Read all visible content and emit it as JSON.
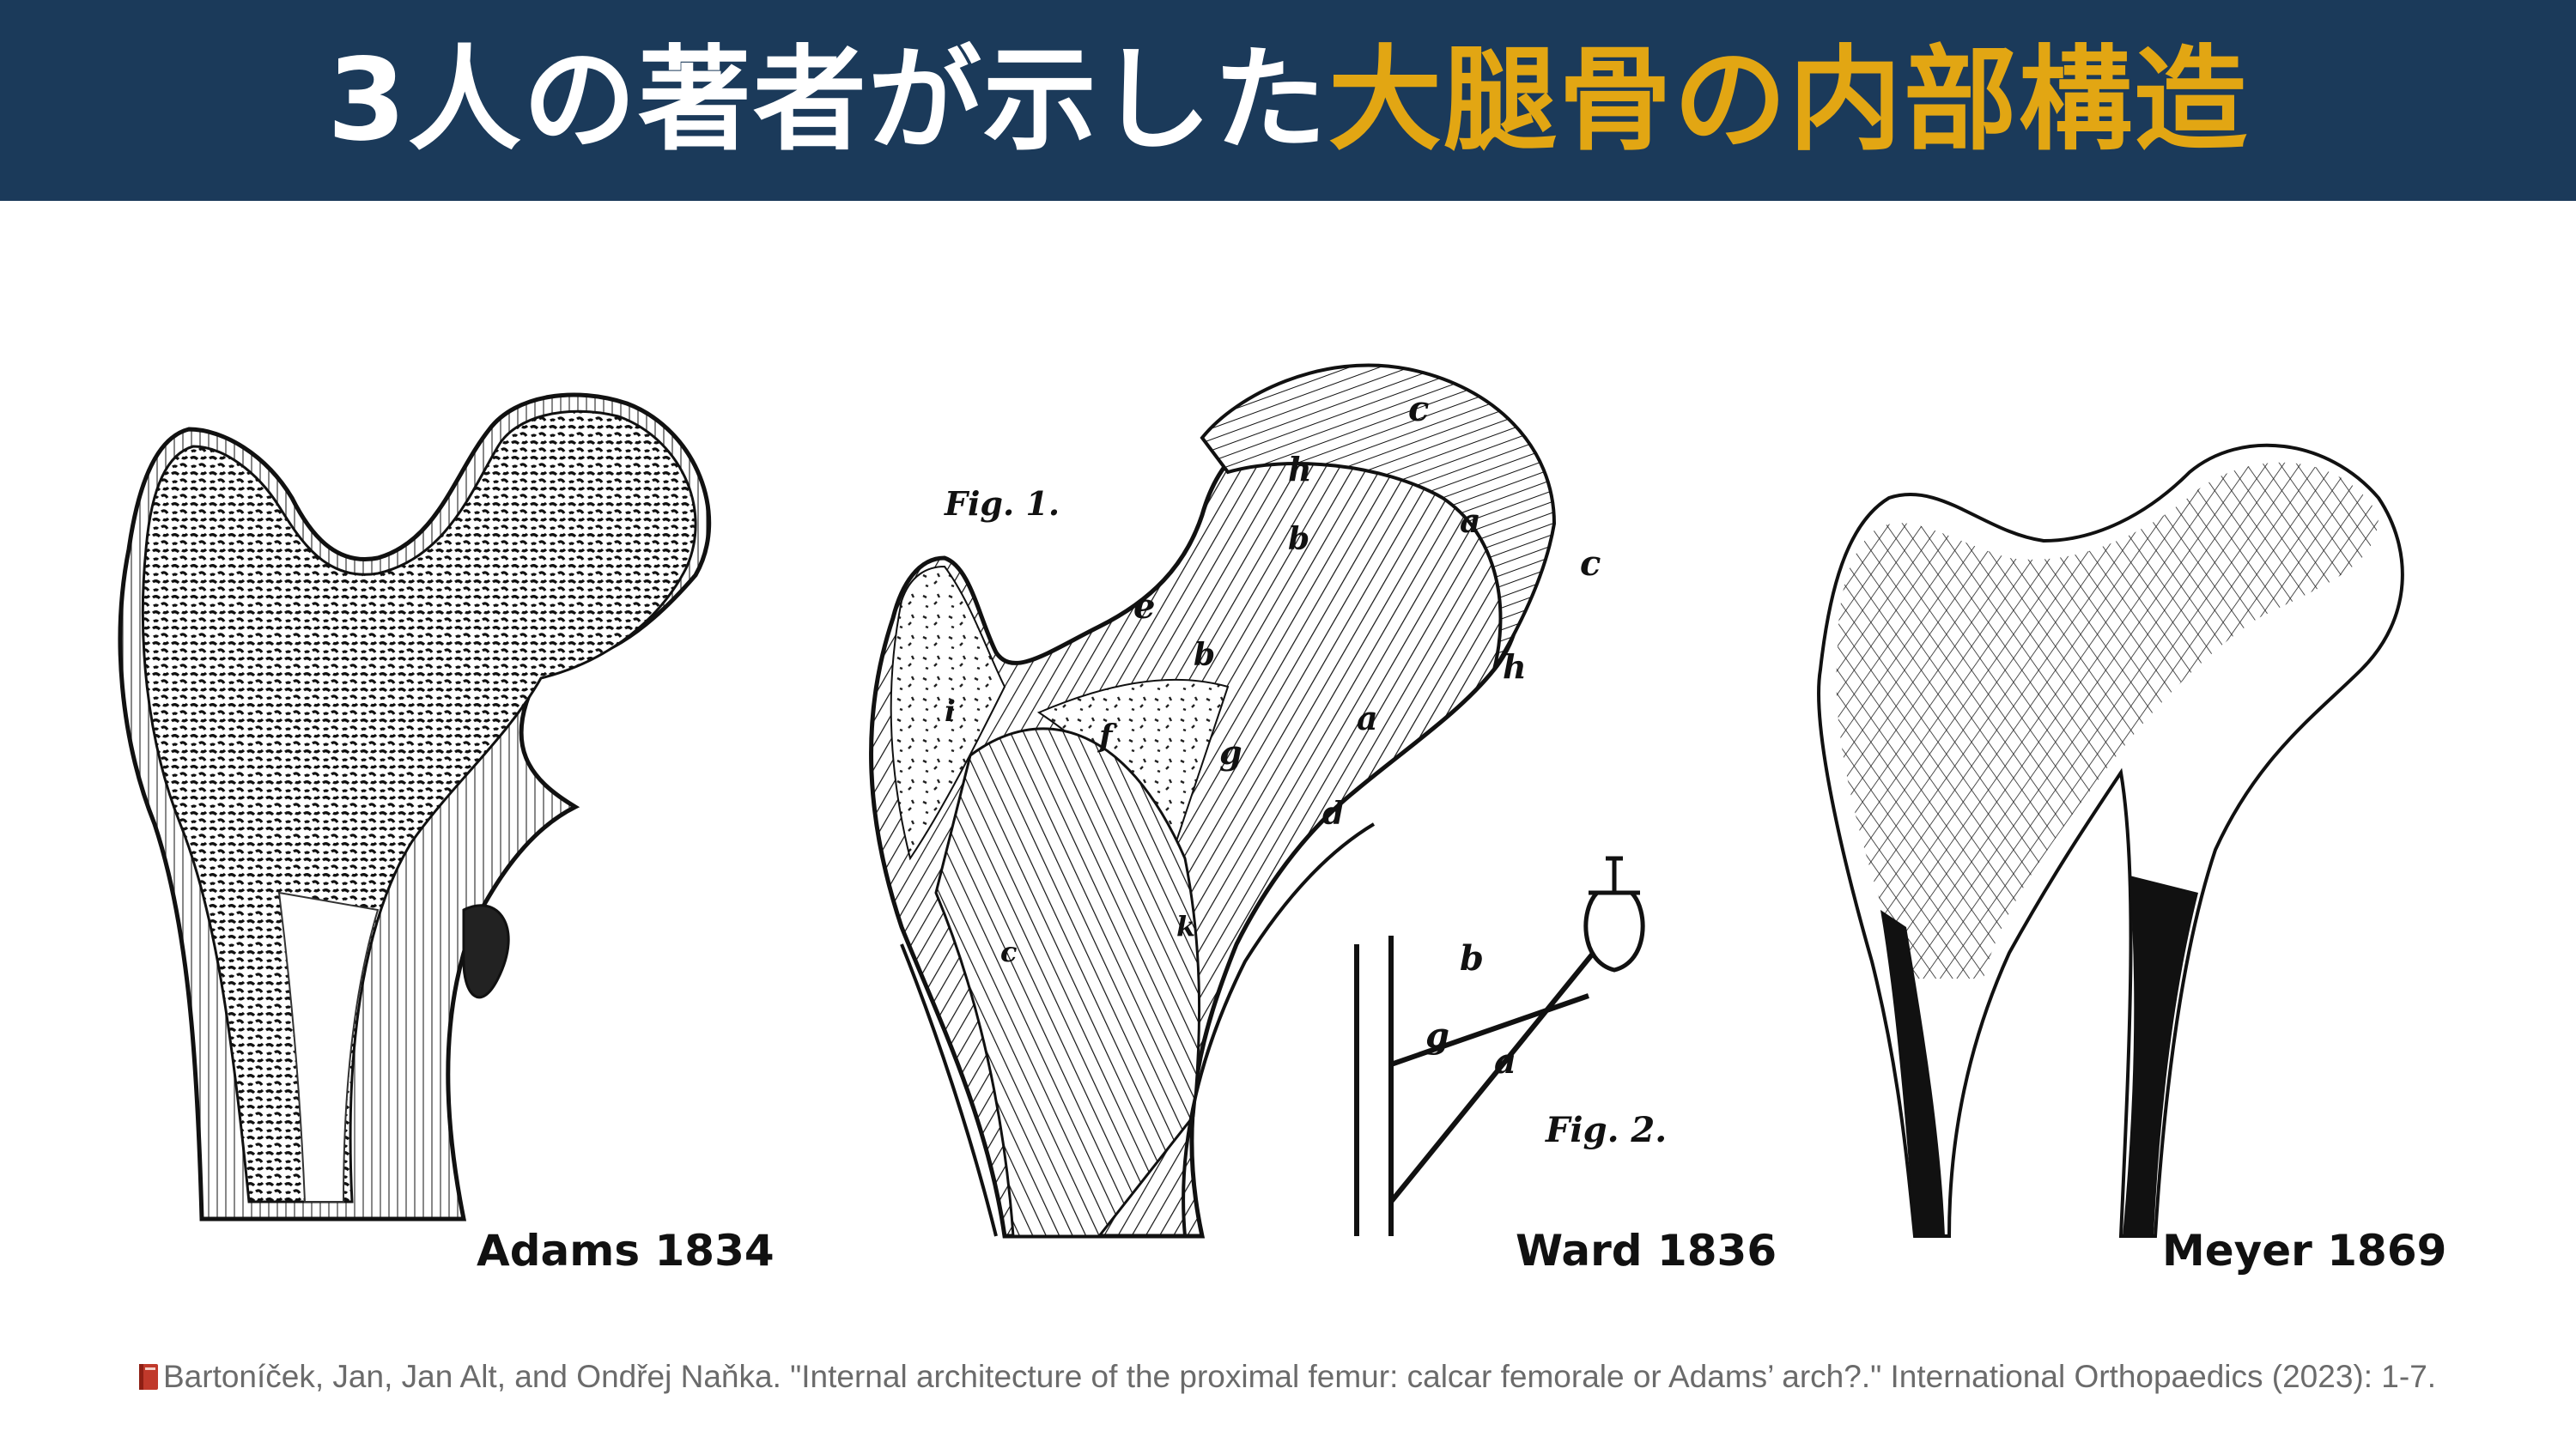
{
  "title": {
    "part_white": "3人の著者が示した",
    "part_gold": "大腿骨の内部構造"
  },
  "figures": {
    "adams": {
      "label": "Adams 1834"
    },
    "ward": {
      "label": "Ward 1836",
      "fig1_caption": "Fig. 1.",
      "fig2_caption": "Fig. 2.",
      "letters": {
        "c_top": "c",
        "c_right": "c",
        "h_top": "h",
        "h_right": "h",
        "b1": "b",
        "b2": "b",
        "a1": "a",
        "a2": "a",
        "e": "e",
        "f": "f",
        "g": "g",
        "d": "d",
        "i": "i",
        "k": "k",
        "c_left": "c",
        "lamp_b": "b",
        "lamp_g": "g",
        "lamp_a": "a"
      }
    },
    "meyer": {
      "label": "Meyer 1869"
    }
  },
  "citation": {
    "icon": "book-icon",
    "text": "Bartoníček, Jan, Jan Alt, and Ondřej Naňka. \"Internal architecture of the proximal femur: calcar femorale or Adams’ arch?.\" International Orthopaedics (2023): 1-7."
  },
  "colors": {
    "title_bar": "#1b3a5a",
    "title_white": "#ffffff",
    "title_gold": "#e2a613",
    "citation_text": "#6b6b6b"
  }
}
